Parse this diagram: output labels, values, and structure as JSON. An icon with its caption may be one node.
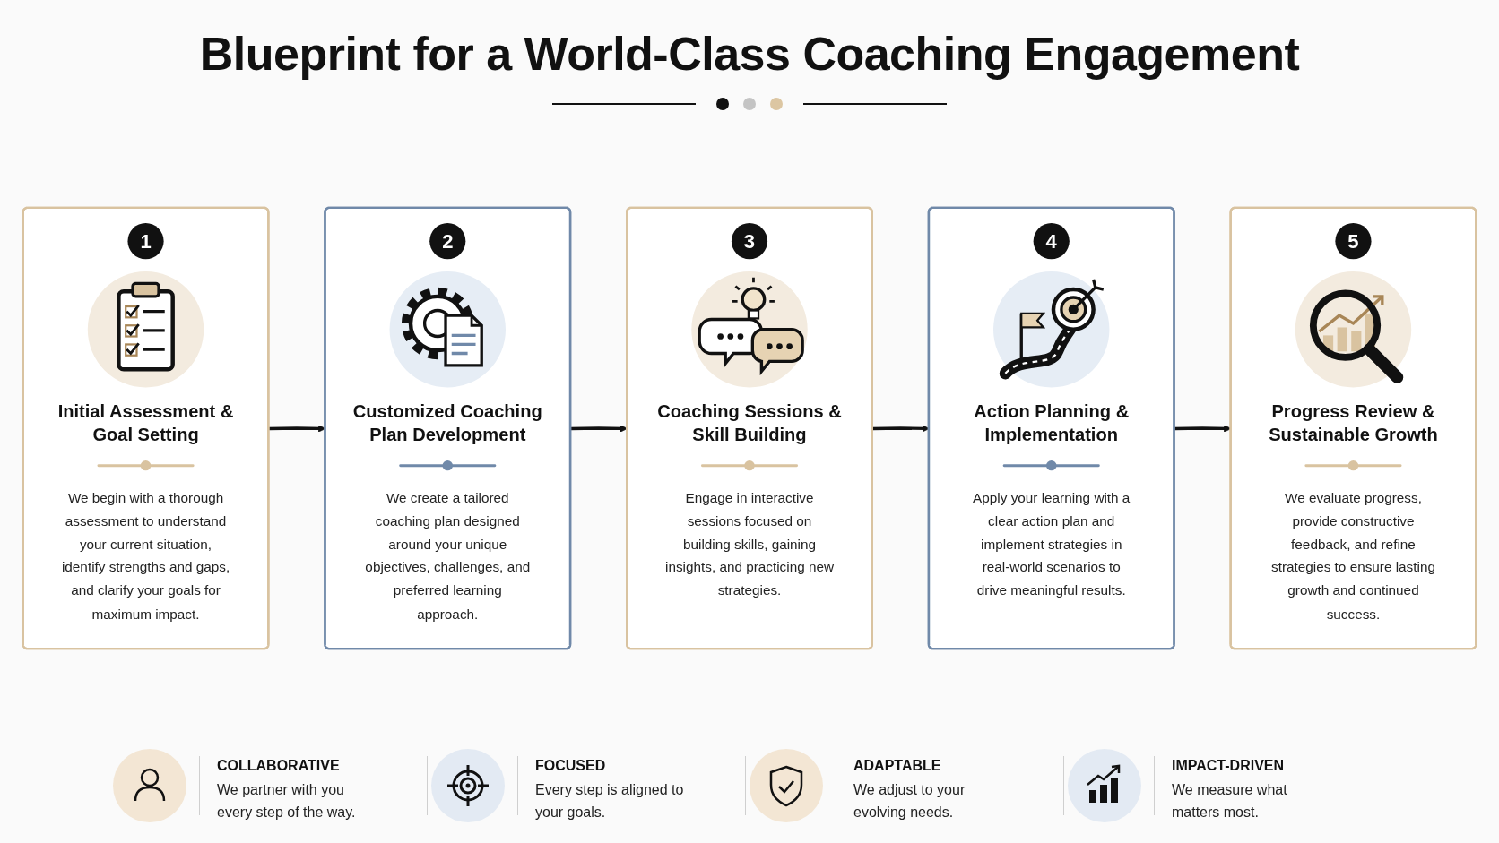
{
  "diagram": {
    "title": "Blueprint for a World-Class Coaching Engagement",
    "nodes": [
      {
        "text": [
          "1",
          "Initial Assessment & Goal Setting",
          "We begin with a thorough assessment to understand your current situation, identify strengths and gaps, and clarify your goals for maximum impact."
        ]
      },
      {
        "text": [
          "2",
          "Customized Coaching Plan Development",
          "We create a tailored coaching plan designed around your unique objectives, challenges, and preferred learning approach."
        ]
      },
      {
        "text": [
          "3",
          "Coaching Sessions & Skill Building",
          "Engage in interactive sessions focused on building skills, gaining insights, and practicing new strategies."
        ]
      },
      {
        "text": [
          "4",
          "Action Planning & Implementation",
          "Apply your learning with a clear action plan and implement strategies in real-world scenarios to drive meaningful results."
        ]
      },
      {
        "text": [
          "5",
          "Progress Review & Sustainable Growth",
          "We evaluate progress, provide constructive feedback, and refine strategies to ensure lasting growth and continued success."
        ]
      }
    ],
    "edges": [
      {
        "from": 0,
        "to": 1,
        "arrow": "to"
      },
      {
        "from": 1,
        "to": 2,
        "arrow": "to"
      },
      {
        "from": 2,
        "to": 3,
        "arrow": "to"
      },
      {
        "from": 3,
        "to": 4,
        "arrow": "to"
      }
    ],
    "labels": [
      "COLLABORATIVE",
      "We partner with you every step of the way.",
      "FOCUSED",
      "Every step is aligned to your goals.",
      "ADAPTABLE",
      "We adjust to your evolving needs.",
      "IMPACT-DRIVEN",
      "We measure what matters most."
    ]
  }
}
